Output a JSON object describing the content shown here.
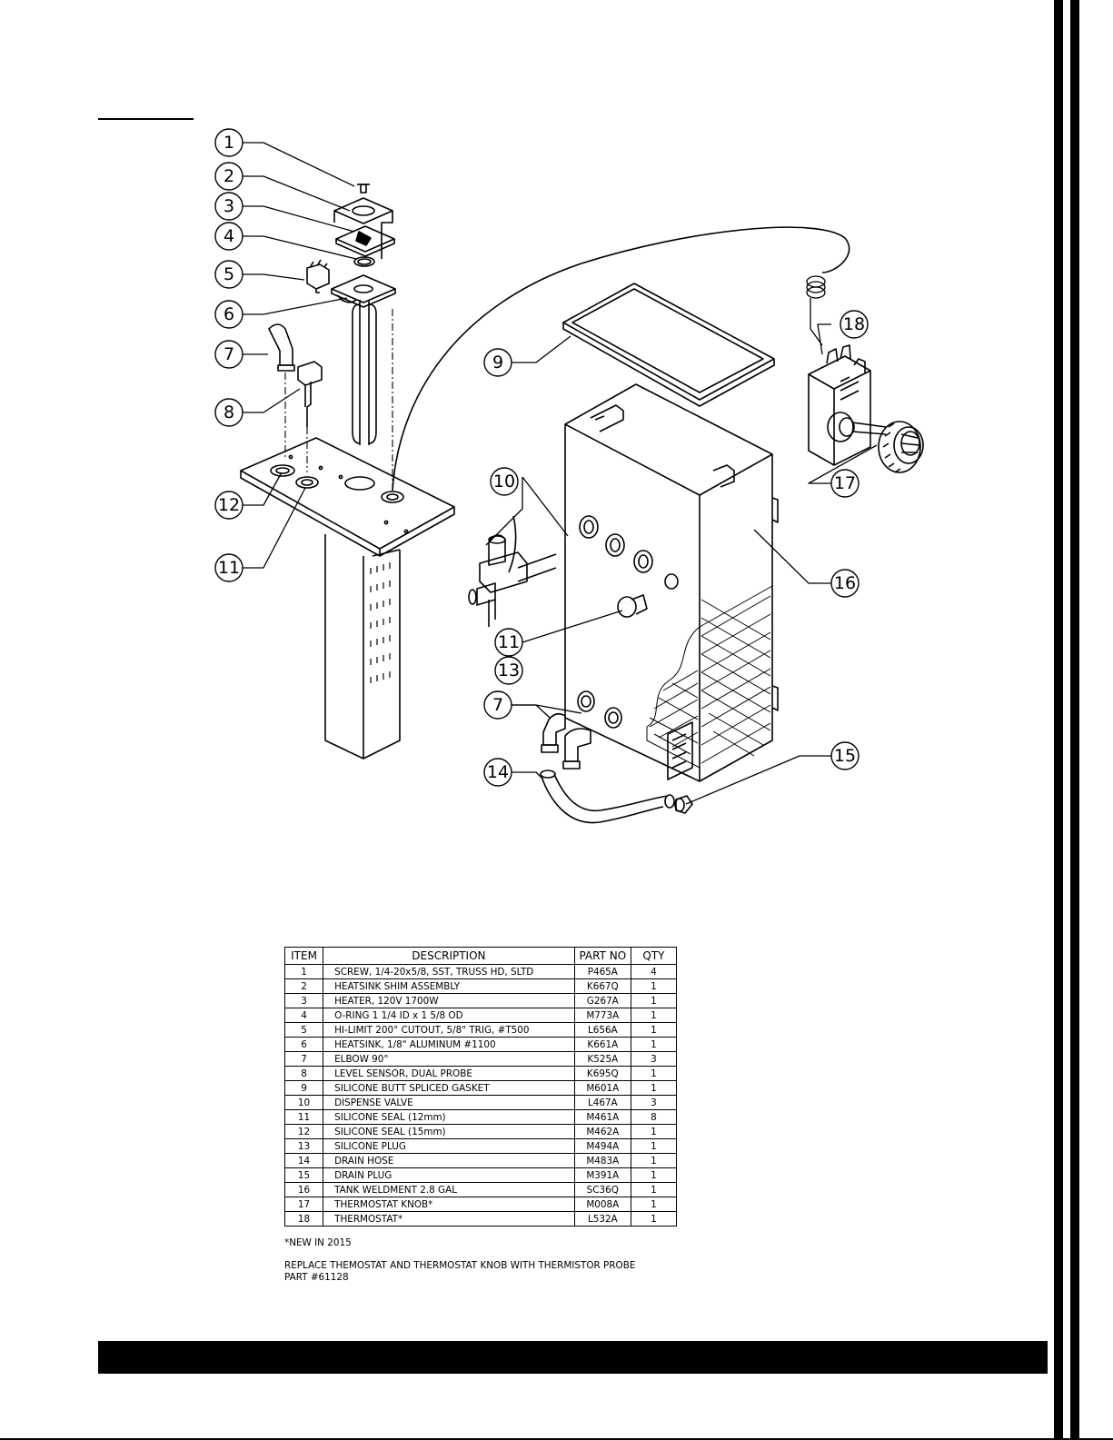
{
  "callouts": [
    "1",
    "2",
    "3",
    "4",
    "5",
    "6",
    "7",
    "8",
    "9",
    "10",
    "11",
    "11",
    "12",
    "13",
    "7",
    "14",
    "15",
    "16",
    "17",
    "18"
  ],
  "table": {
    "headers": [
      "ITEM",
      "DESCRIPTION",
      "PART NO",
      "QTY"
    ],
    "rows": [
      [
        "1",
        "SCREW, 1/4-20x5/8, SST, TRUSS HD, SLTD",
        "P465A",
        "4"
      ],
      [
        "2",
        "HEATSINK SHIM ASSEMBLY",
        "K667Q",
        "1"
      ],
      [
        "3",
        "HEATER, 120V 1700W",
        "G267A",
        "1"
      ],
      [
        "4",
        "O-RING 1 1/4 ID x 1 5/8 OD",
        "M773A",
        "1"
      ],
      [
        "5",
        "HI-LIMIT 200° CUTOUT, 5/8\" TRIG, #T500",
        "L656A",
        "1"
      ],
      [
        "6",
        "HEATSINK, 1/8\" ALUMINUM #1100",
        "K661A",
        "1"
      ],
      [
        "7",
        "ELBOW 90°",
        "K525A",
        "3"
      ],
      [
        "8",
        "LEVEL SENSOR, DUAL PROBE",
        "K695Q",
        "1"
      ],
      [
        "9",
        "SILICONE BUTT SPLICED GASKET",
        "M601A",
        "1"
      ],
      [
        "10",
        "DISPENSE VALVE",
        "L467A",
        "3"
      ],
      [
        "11",
        "SILICONE SEAL (12mm)",
        "M461A",
        "8"
      ],
      [
        "12",
        "SILICONE SEAL (15mm)",
        "M462A",
        "1"
      ],
      [
        "13",
        "SILICONE PLUG",
        "M494A",
        "1"
      ],
      [
        "14",
        "DRAIN HOSE",
        "M483A",
        "1"
      ],
      [
        "15",
        "DRAIN PLUG",
        "M391A",
        "1"
      ],
      [
        "16",
        "TANK WELDMENT 2.8 GAL",
        "SC36Q",
        "1"
      ],
      [
        "17",
        "THERMOSTAT KNOB*",
        "M008A",
        "1"
      ],
      [
        "18",
        "THERMOSTAT*",
        "L532A",
        "1"
      ]
    ]
  },
  "notes": {
    "new": "*NEW IN 2015",
    "replace_line1": "REPLACE THEMOSTAT AND THERMOSTAT KNOB WITH THERMISTOR PROBE",
    "replace_line2": "PART #61128"
  }
}
